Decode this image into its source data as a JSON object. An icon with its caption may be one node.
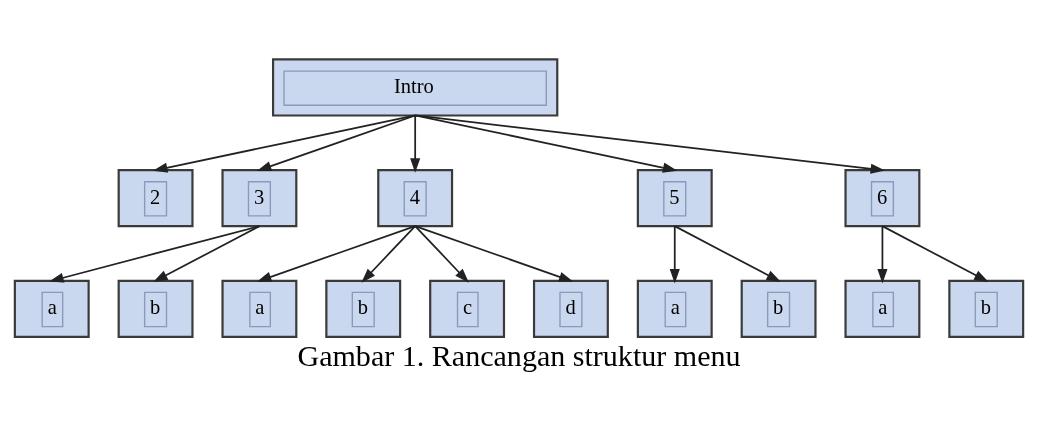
{
  "diagram": {
    "caption": "Gambar 1. Rancangan struktur menu",
    "nodes": [
      {
        "text": [
          "Intro"
        ]
      },
      {
        "text": [
          "2"
        ]
      },
      {
        "text": [
          "3"
        ]
      },
      {
        "text": [
          "4"
        ]
      },
      {
        "text": [
          "5"
        ]
      },
      {
        "text": [
          "6"
        ]
      },
      {
        "text": [
          "a"
        ]
      },
      {
        "text": [
          "b"
        ]
      },
      {
        "text": [
          "a"
        ]
      },
      {
        "text": [
          "b"
        ]
      },
      {
        "text": [
          "c"
        ]
      },
      {
        "text": [
          "d"
        ]
      },
      {
        "text": [
          "a"
        ]
      },
      {
        "text": [
          "b"
        ]
      },
      {
        "text": [
          "a"
        ]
      },
      {
        "text": [
          "b"
        ]
      }
    ],
    "edges": [
      {
        "from": 0,
        "to": 1,
        "arrow": "to"
      },
      {
        "from": 0,
        "to": 2,
        "arrow": "to"
      },
      {
        "from": 0,
        "to": 3,
        "arrow": "to"
      },
      {
        "from": 0,
        "to": 4,
        "arrow": "to"
      },
      {
        "from": 0,
        "to": 5,
        "arrow": "to"
      },
      {
        "from": 2,
        "to": 6,
        "arrow": "to"
      },
      {
        "from": 2,
        "to": 7,
        "arrow": "to"
      },
      {
        "from": 3,
        "to": 8,
        "arrow": "to"
      },
      {
        "from": 3,
        "to": 9,
        "arrow": "to"
      },
      {
        "from": 3,
        "to": 10,
        "arrow": "to"
      },
      {
        "from": 3,
        "to": 11,
        "arrow": "to"
      },
      {
        "from": 4,
        "to": 12,
        "arrow": "to"
      },
      {
        "from": 4,
        "to": 13,
        "arrow": "to"
      },
      {
        "from": 5,
        "to": 14,
        "arrow": "to"
      },
      {
        "from": 5,
        "to": 15,
        "arrow": "to"
      }
    ]
  }
}
